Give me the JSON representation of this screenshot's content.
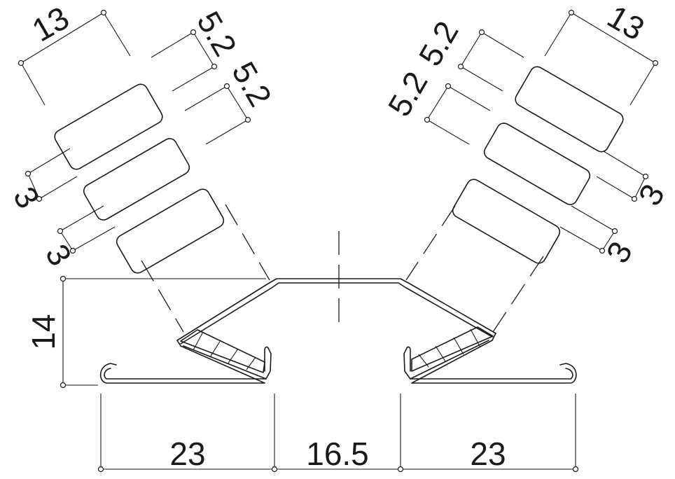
{
  "dimensions": {
    "bottom_left": "23",
    "bottom_center": "16.5",
    "bottom_right": "23",
    "height": "14",
    "left_width": "13",
    "left_gap_top": "5.2",
    "left_gap_second": "5.2",
    "left_gap_third": "3",
    "left_gap_fourth": "3",
    "right_width": "13",
    "right_gap_top": "5.2",
    "right_gap_second": "5.2",
    "right_gap_third": "3",
    "right_gap_fourth": "3"
  }
}
